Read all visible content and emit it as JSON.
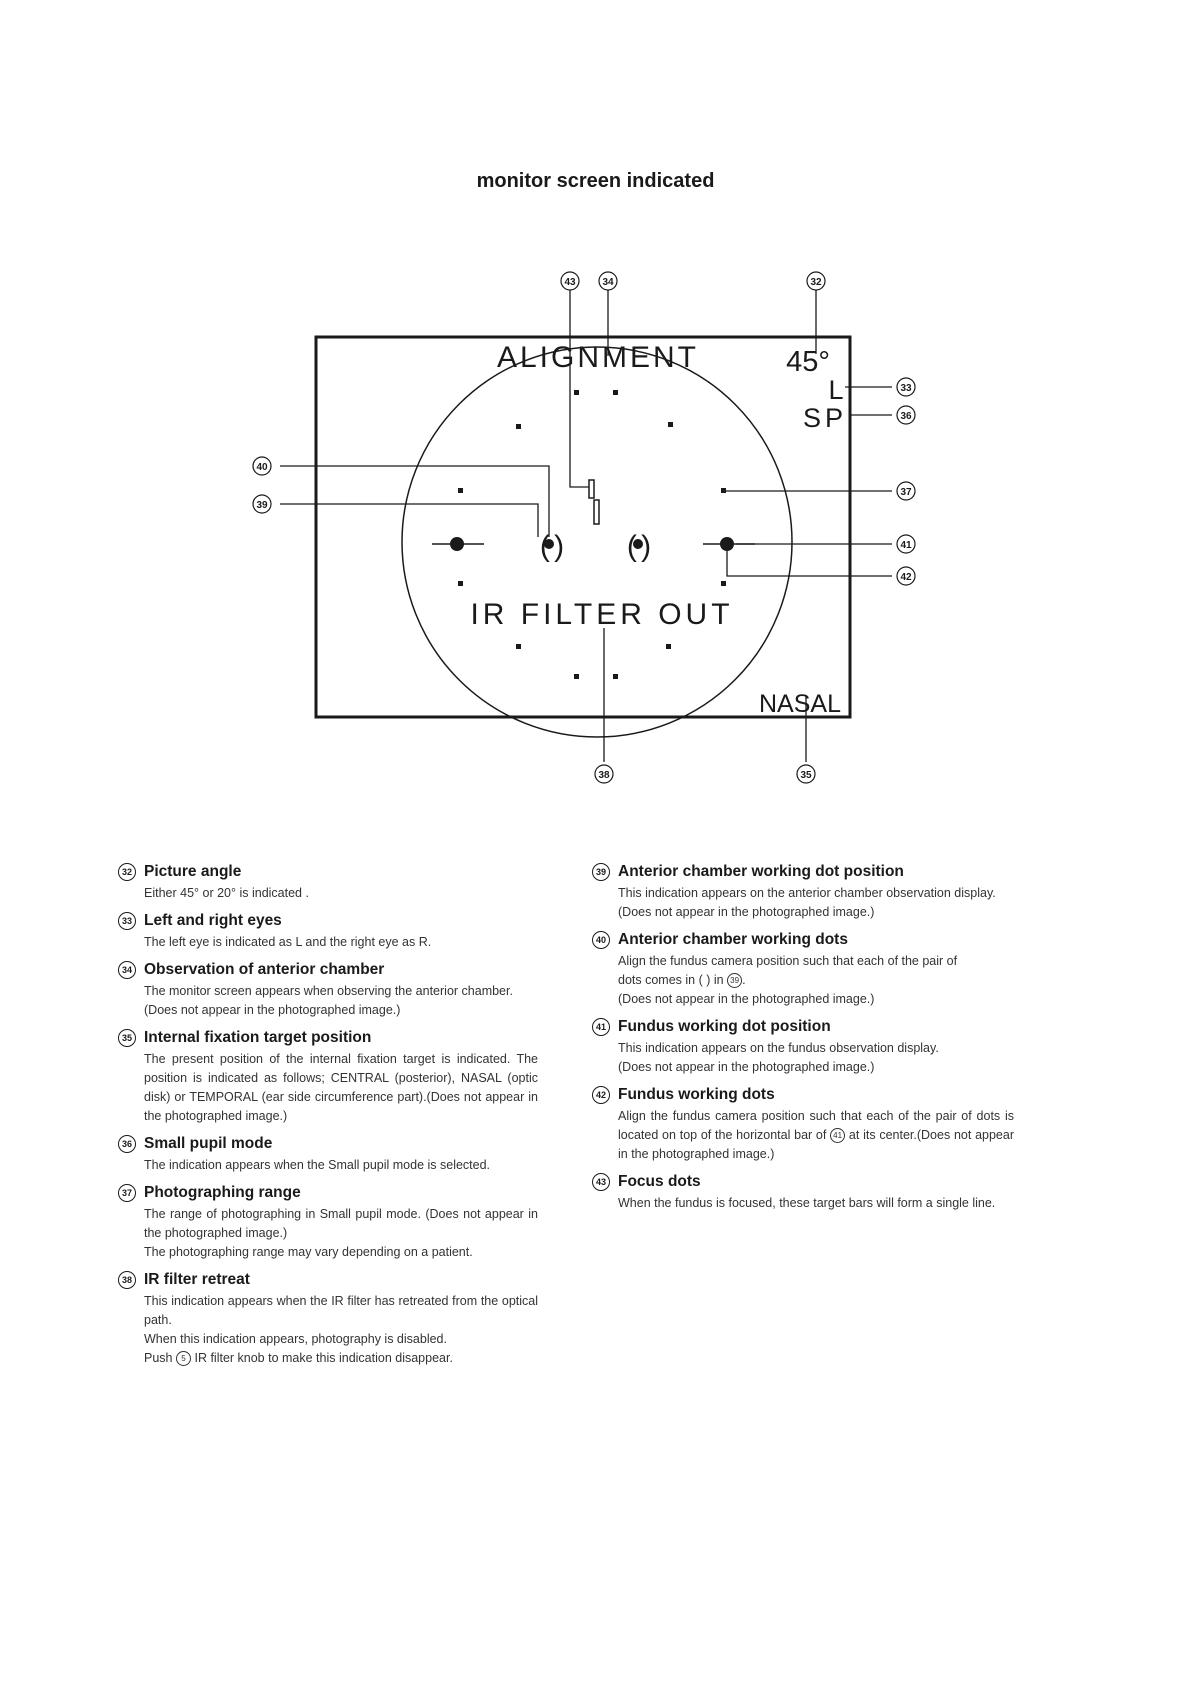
{
  "title": "monitor screen indicated",
  "screen": {
    "alignment_label": "ALIGNMENT",
    "angle_label": "45°",
    "eye_label": "L",
    "mode_label": "SP",
    "ir_label": "IR FILTER OUT",
    "nasal_label": "NASAL",
    "bracket_left": "( )",
    "bracket_right": "( )"
  },
  "callouts": {
    "c32": "32",
    "c33": "33",
    "c34": "34",
    "c35": "35",
    "c36": "36",
    "c37": "37",
    "c38": "38",
    "c39": "39",
    "c40": "40",
    "c41": "41",
    "c42": "42",
    "c43": "43"
  },
  "items_left": [
    {
      "num": "32",
      "title": "Picture angle",
      "lines": [
        "Either 45° or 20° is indicated ."
      ]
    },
    {
      "num": "33",
      "title": "Left and right eyes",
      "lines": [
        "The left eye is indicated as L and the right eye as R."
      ]
    },
    {
      "num": "34",
      "title": "Observation of anterior chamber",
      "lines": [
        "The monitor screen appears when observing the anterior chamber.",
        "(Does not appear in the photographed image.)"
      ]
    },
    {
      "num": "35",
      "title": "Internal fixation target position",
      "lines": [
        "The present position of the internal fixation target is indicated. The position is indicated as follows; CENTRAL (posterior), NASAL (optic disk) or TEMPORAL (ear side circumference part).(Does not appear in the photographed image.)"
      ]
    },
    {
      "num": "36",
      "title": "Small pupil mode",
      "lines": [
        "The indication appears when the Small pupil mode is selected."
      ]
    },
    {
      "num": "37",
      "title": "Photographing range",
      "lines": [
        "The range of photographing in Small pupil mode. (Does not appear in the photographed image.)",
        "The photographing range may vary depending on a patient."
      ]
    },
    {
      "num": "38",
      "title": "IR filter retreat",
      "lines": [
        "This indication appears when the IR filter has retreated from the optical path.",
        "When this indication appears, photography is disabled."
      ]
    }
  ],
  "item38_push": {
    "pre": "Push",
    "ref": "5",
    "post": "IR filter knob to make this indication disappear."
  },
  "items_right": [
    {
      "num": "39",
      "title": "Anterior chamber working dot position",
      "lines": [
        "This indication appears on the anterior chamber observation display.",
        "(Does not appear in the photographed image.)"
      ]
    },
    {
      "num": "40",
      "title": "Anterior chamber working dots",
      "lines": [
        "Align the fundus camera position such that each of the pair of"
      ]
    },
    {
      "num": "41",
      "title": "Fundus working dot position",
      "lines": [
        "This indication appears on the fundus observation display.",
        "(Does not appear in the photographed image.)"
      ]
    },
    {
      "num": "42",
      "title": "Fundus working dots",
      "lines": []
    },
    {
      "num": "43",
      "title": "Focus dots",
      "lines": [
        "When the fundus is focused, these target bars will form a single line."
      ]
    }
  ],
  "item40_extra": {
    "pre": "dots comes in  (   ) in",
    "ref": "39",
    "post": ".",
    "note": "(Does not appear in the photographed image.)"
  },
  "item42_text": {
    "pre": "Align the fundus camera position such that each of the pair of dots is located on top of the horizontal bar of",
    "ref": "41",
    "post": "at its center.(Does not appear in the photographed image.)"
  }
}
